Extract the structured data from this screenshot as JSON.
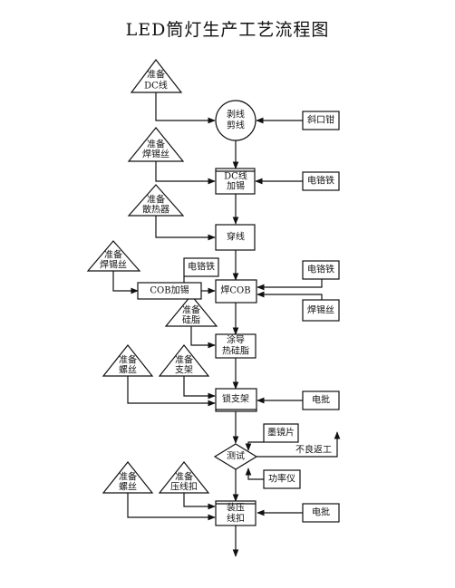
{
  "title": "LED筒灯生产工艺流程图",
  "nodes": {
    "prep_dc_wire": [
      "准备",
      "DC线"
    ],
    "strip_cut": [
      "剥线",
      "剪线"
    ],
    "diagonal_pliers": [
      "斜口钳"
    ],
    "prep_solder_1": [
      "准备",
      "焊锡丝"
    ],
    "dc_tin": [
      "DC线",
      "加锡"
    ],
    "soldering_iron_1": [
      "电铬铁"
    ],
    "prep_heatsink": [
      "准备",
      "散热器"
    ],
    "thread_wire": [
      "穿线"
    ],
    "prep_solder_2": [
      "准备",
      "焊锡丝"
    ],
    "soldering_iron_2": [
      "电铬铁"
    ],
    "cob_tin": [
      "COB加锡"
    ],
    "weld_cob": [
      "焊COB"
    ],
    "soldering_iron_3": [
      "电铬铁"
    ],
    "solder_wire_tool": [
      "焊锡丝"
    ],
    "prep_silicone": [
      "准备",
      "硅脂"
    ],
    "apply_paste": [
      "涂导",
      "热硅脂"
    ],
    "prep_screw_1": [
      "准备",
      "螺丝"
    ],
    "prep_bracket": [
      "准备",
      "支架"
    ],
    "lock_bracket": [
      "锁支架"
    ],
    "screwdriver_1": [
      "电批"
    ],
    "ink_film": [
      "墨镜片"
    ],
    "test": [
      "测试"
    ],
    "rework_label": [
      "不良返工"
    ],
    "power_meter": [
      "功率仪"
    ],
    "prep_screw_2": [
      "准备",
      "螺丝"
    ],
    "prep_clamp": [
      "准备",
      "压线扣"
    ],
    "install_clamp": [
      "装压",
      "线扣"
    ],
    "screwdriver_2": [
      "电批"
    ]
  }
}
